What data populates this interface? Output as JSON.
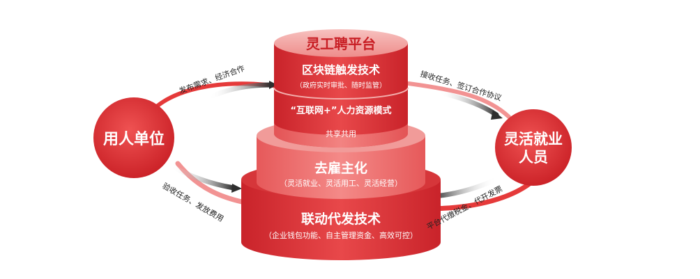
{
  "tiers": {
    "top": {
      "title": "灵工聘平台",
      "line1": "区块链触发技术",
      "line2": "（政府实时审批、随时监管）",
      "line3": "“互联网+”人力资源模式",
      "line4": "共享共用"
    },
    "middle": {
      "title": "去雇主化",
      "subtitle": "（灵活就业、灵活用工、灵活经营）"
    },
    "bottom": {
      "title": "联动代发技术",
      "subtitle": "（企业钱包功能、自主管理资金、高效可控）"
    }
  },
  "nodes": {
    "employer": "用人单位",
    "worker_line1": "灵活就业",
    "worker_line2": "人员"
  },
  "flows": {
    "employer_to_platform": "发布需求、经济合作",
    "platform_to_worker": "接收任务、签订合作协议",
    "worker_to_platform": "平台代缴税金、代开发票",
    "platform_to_employer": "验收任务、发放费用"
  },
  "colors": {
    "red_main": "#e53a3a",
    "red_dark": "#c81e24",
    "red_light": "#f4a2a2",
    "arrow_dark": "#3a3a3a",
    "text_dark": "#222222",
    "white": "#ffffff"
  }
}
